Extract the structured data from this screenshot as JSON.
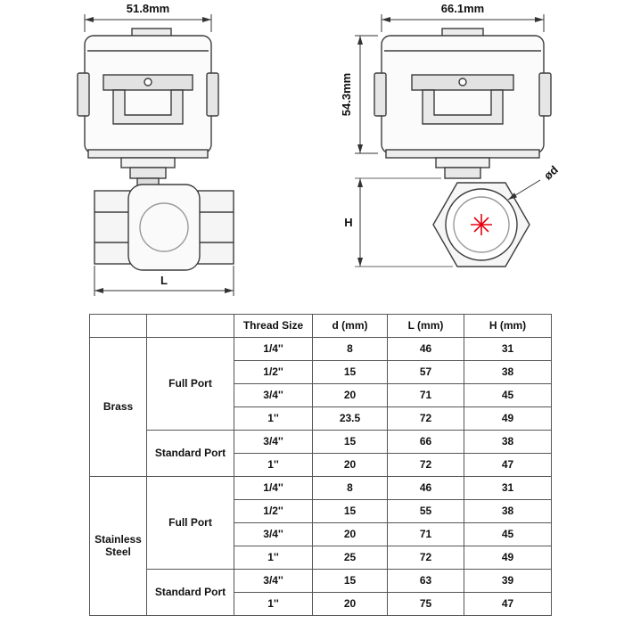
{
  "diagrams": {
    "left": {
      "width_dim": "51.8mm",
      "length_dim": "L"
    },
    "right": {
      "width_dim": "66.1mm",
      "height_dim": "54.3mm",
      "h_dim": "H",
      "port_diameter": "ød"
    }
  },
  "table": {
    "headers": [
      "Thread Size",
      "d (mm)",
      "L (mm)",
      "H (mm)"
    ],
    "materials": [
      {
        "name": "Brass",
        "ports": [
          {
            "name": "Full Port",
            "rows": [
              [
                "1/4''",
                "8",
                "46",
                "31"
              ],
              [
                "1/2''",
                "15",
                "57",
                "38"
              ],
              [
                "3/4''",
                "20",
                "71",
                "45"
              ],
              [
                "1''",
                "23.5",
                "72",
                "49"
              ]
            ]
          },
          {
            "name": "Standard Port",
            "rows": [
              [
                "3/4''",
                "15",
                "66",
                "38"
              ],
              [
                "1''",
                "20",
                "72",
                "47"
              ]
            ]
          }
        ]
      },
      {
        "name": "Stainless Steel",
        "ports": [
          {
            "name": "Full Port",
            "rows": [
              [
                "1/4''",
                "8",
                "46",
                "31"
              ],
              [
                "1/2''",
                "15",
                "55",
                "38"
              ],
              [
                "3/4''",
                "20",
                "71",
                "45"
              ],
              [
                "1''",
                "25",
                "72",
                "49"
              ]
            ]
          },
          {
            "name": "Standard Port",
            "rows": [
              [
                "3/4''",
                "15",
                "63",
                "39"
              ],
              [
                "1''",
                "20",
                "75",
                "47"
              ]
            ]
          }
        ]
      }
    ]
  },
  "colors": {
    "accent_red": "#e8000d",
    "line": "#3c3c3c"
  }
}
